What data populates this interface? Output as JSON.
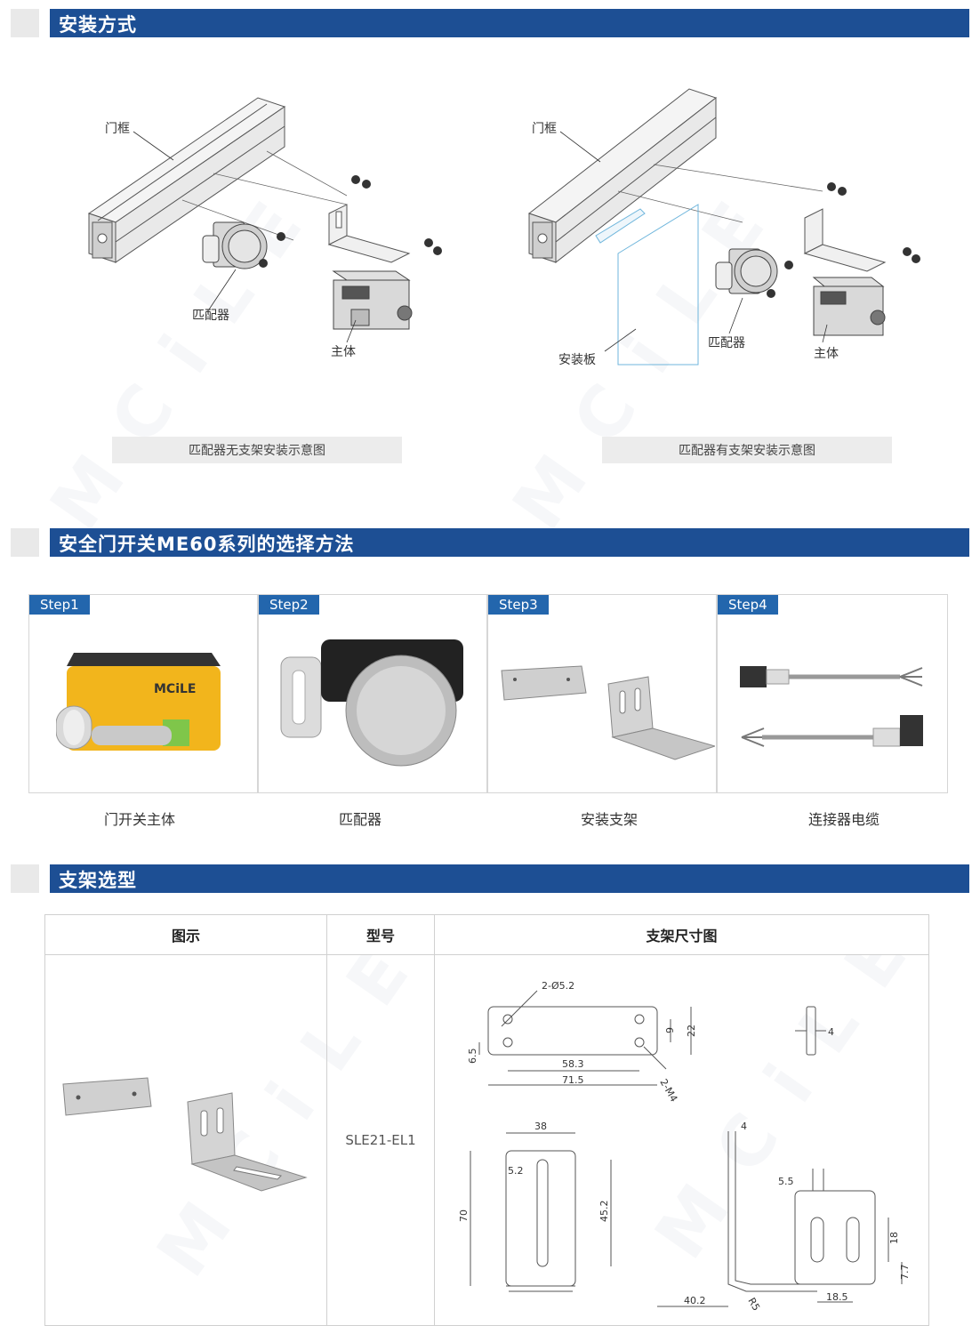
{
  "sections": {
    "install": "安装方式",
    "selection": "安全门开关ME60系列的选择方法",
    "bracket": "支架选型"
  },
  "install": {
    "left": {
      "frame": "门框",
      "actuator": "匹配器",
      "body": "主体",
      "caption": "匹配器无支架安装示意图"
    },
    "right": {
      "frame": "门框",
      "actuator": "匹配器",
      "body": "主体",
      "plate": "安装板",
      "caption": "匹配器有支架安装示意图"
    }
  },
  "steps": [
    {
      "tag": "Step1",
      "name": "门开关主体"
    },
    {
      "tag": "Step2",
      "name": "匹配器"
    },
    {
      "tag": "Step3",
      "name": "安装支架"
    },
    {
      "tag": "Step4",
      "name": "连接器电缆"
    }
  ],
  "brand": "MCiLE",
  "table": {
    "headers": [
      "图示",
      "型号",
      "支架尺寸图"
    ],
    "rows": [
      {
        "model": "SLE21-EL1"
      }
    ]
  },
  "dims": {
    "holes_d": "2-Ø5.2",
    "thread": "2-M4",
    "d9": "9",
    "d22": "22",
    "d4a": "4",
    "d6_5": "6.5",
    "d58_3": "58.3",
    "d71_5": "71.5",
    "d38": "38",
    "d5_2": "5.2",
    "d70": "70",
    "d45_2": "45.2",
    "d4b": "4",
    "d40_2": "40.2",
    "r5": "R5",
    "d5_5": "5.5",
    "d18": "18",
    "d18_5": "18.5",
    "d7_7": "7.7"
  },
  "colors": {
    "header_blue": "#1d4f94",
    "step_tag": "#2366ad",
    "switch_yellow": "#f2b51c"
  }
}
